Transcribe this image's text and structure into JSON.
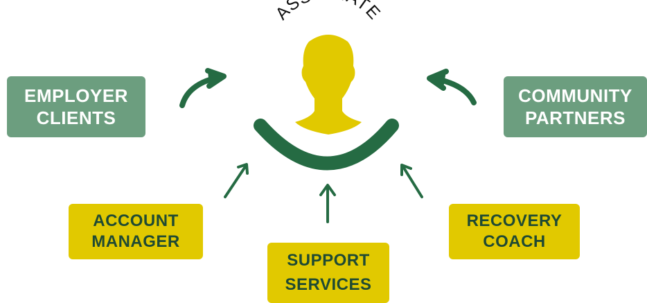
{
  "diagram": {
    "center_label": "ASSOCIATE",
    "nodes": {
      "employer_clients": {
        "lines": [
          "EMPLOYER",
          "CLIENTS"
        ]
      },
      "community_partners": {
        "lines": [
          "COMMUNITY",
          "PARTNERS"
        ]
      },
      "account_manager": {
        "lines": [
          "ACCOUNT",
          "MANAGER"
        ]
      },
      "support_services": {
        "lines": [
          "SUPPORT",
          "SERVICES"
        ]
      },
      "recovery_coach": {
        "lines": [
          "RECOVERY",
          "COACH"
        ]
      }
    }
  },
  "colors": {
    "dark_green": "#256b43",
    "muted_green": "#6c9e7f",
    "yellow": "#e1c900",
    "white_text": "#ffffff",
    "dark_text": "#1f4a33"
  }
}
